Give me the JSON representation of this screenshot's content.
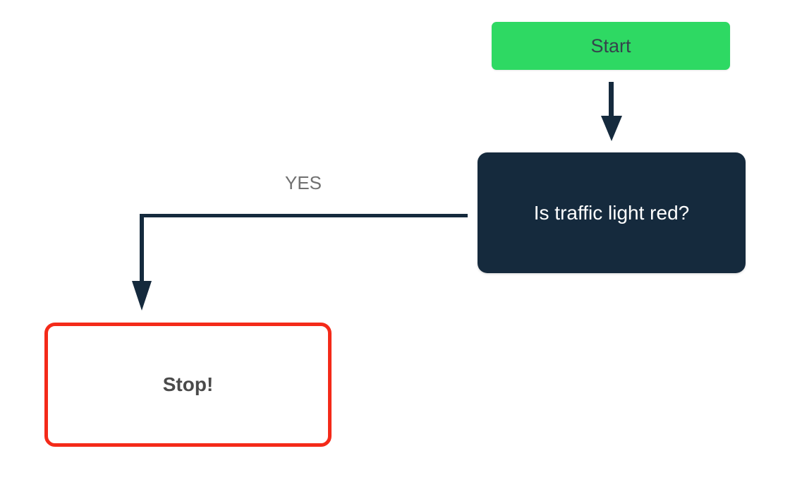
{
  "diagram_type": "flowchart",
  "background": "#FFFFFF",
  "nodes": {
    "start": {
      "label": "Start",
      "shape": "rounded-rect",
      "fill": "#2ED963",
      "text_color": "#35444C"
    },
    "question": {
      "label": "Is traffic light red?",
      "shape": "rounded-rect",
      "fill": "#152A3D",
      "text_color": "#FFFFFF"
    },
    "stop": {
      "label": "Stop!",
      "shape": "rounded-rect",
      "fill": "#FFFFFF",
      "border_color": "#F42A19",
      "text_color": "#4A4A4A"
    }
  },
  "edges": {
    "start_to_question": {
      "from": "start",
      "to": "question",
      "label": "",
      "style": "straight-down-arrow",
      "color": "#152A3D"
    },
    "question_to_stop": {
      "from": "question",
      "to": "stop",
      "label": "YES",
      "label_color": "#707070",
      "style": "elbow-left-then-down-arrow",
      "color": "#152A3D"
    }
  }
}
